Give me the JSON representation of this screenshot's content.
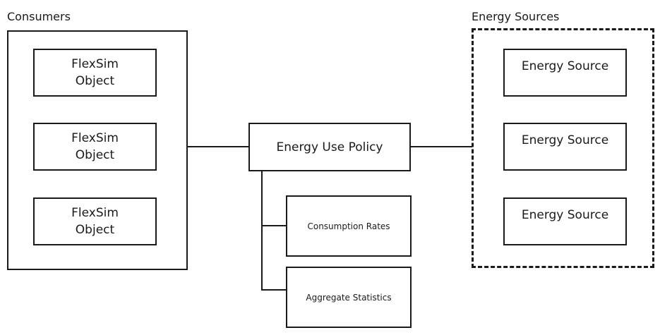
{
  "consumers": {
    "title": "Consumers",
    "objects": [
      {
        "line1": "FlexSim",
        "line2": "Object"
      },
      {
        "line1": "FlexSim",
        "line2": "Object"
      },
      {
        "line1": "FlexSim",
        "line2": "Object"
      }
    ]
  },
  "policy": {
    "label": "Energy Use Policy"
  },
  "policy_children": [
    {
      "label": "Consumption Rates"
    },
    {
      "label": "Aggregate Statistics"
    }
  ],
  "energy_sources": {
    "title": "Energy Sources",
    "sources": [
      {
        "label": "Energy Source"
      },
      {
        "label": "Energy Source"
      },
      {
        "label": "Energy Source"
      }
    ]
  }
}
